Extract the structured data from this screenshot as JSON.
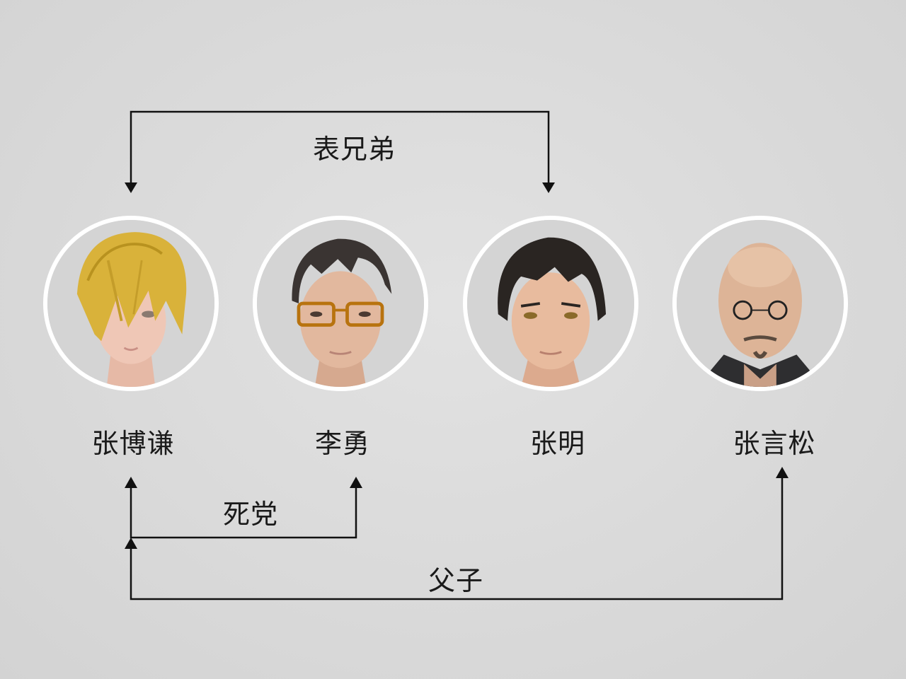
{
  "people": [
    {
      "id": "p1",
      "name": "张博谦",
      "portrait_icon": "blond-hair-portrait-icon",
      "hair_color": "#d9b23a"
    },
    {
      "id": "p2",
      "name": "李勇",
      "portrait_icon": "glasses-man-portrait-icon",
      "hair_color": "#3a3432"
    },
    {
      "id": "p3",
      "name": "张明",
      "portrait_icon": "dark-hair-man-portrait-icon",
      "hair_color": "#2a2522"
    },
    {
      "id": "p4",
      "name": "张言松",
      "portrait_icon": "bald-man-portrait-icon",
      "hair_color": "#d9b295"
    }
  ],
  "relations": [
    {
      "label": "表兄弟",
      "from": "张博谦",
      "to": "张明"
    },
    {
      "label": "死党",
      "from": "张博谦",
      "to": "李勇"
    },
    {
      "label": "父子",
      "from": "张博谦",
      "to": "张言松"
    }
  ],
  "colors": {
    "background": "#dcdcdc",
    "line": "#111111",
    "ring": "#ffffff",
    "text": "#1a1a1a"
  }
}
